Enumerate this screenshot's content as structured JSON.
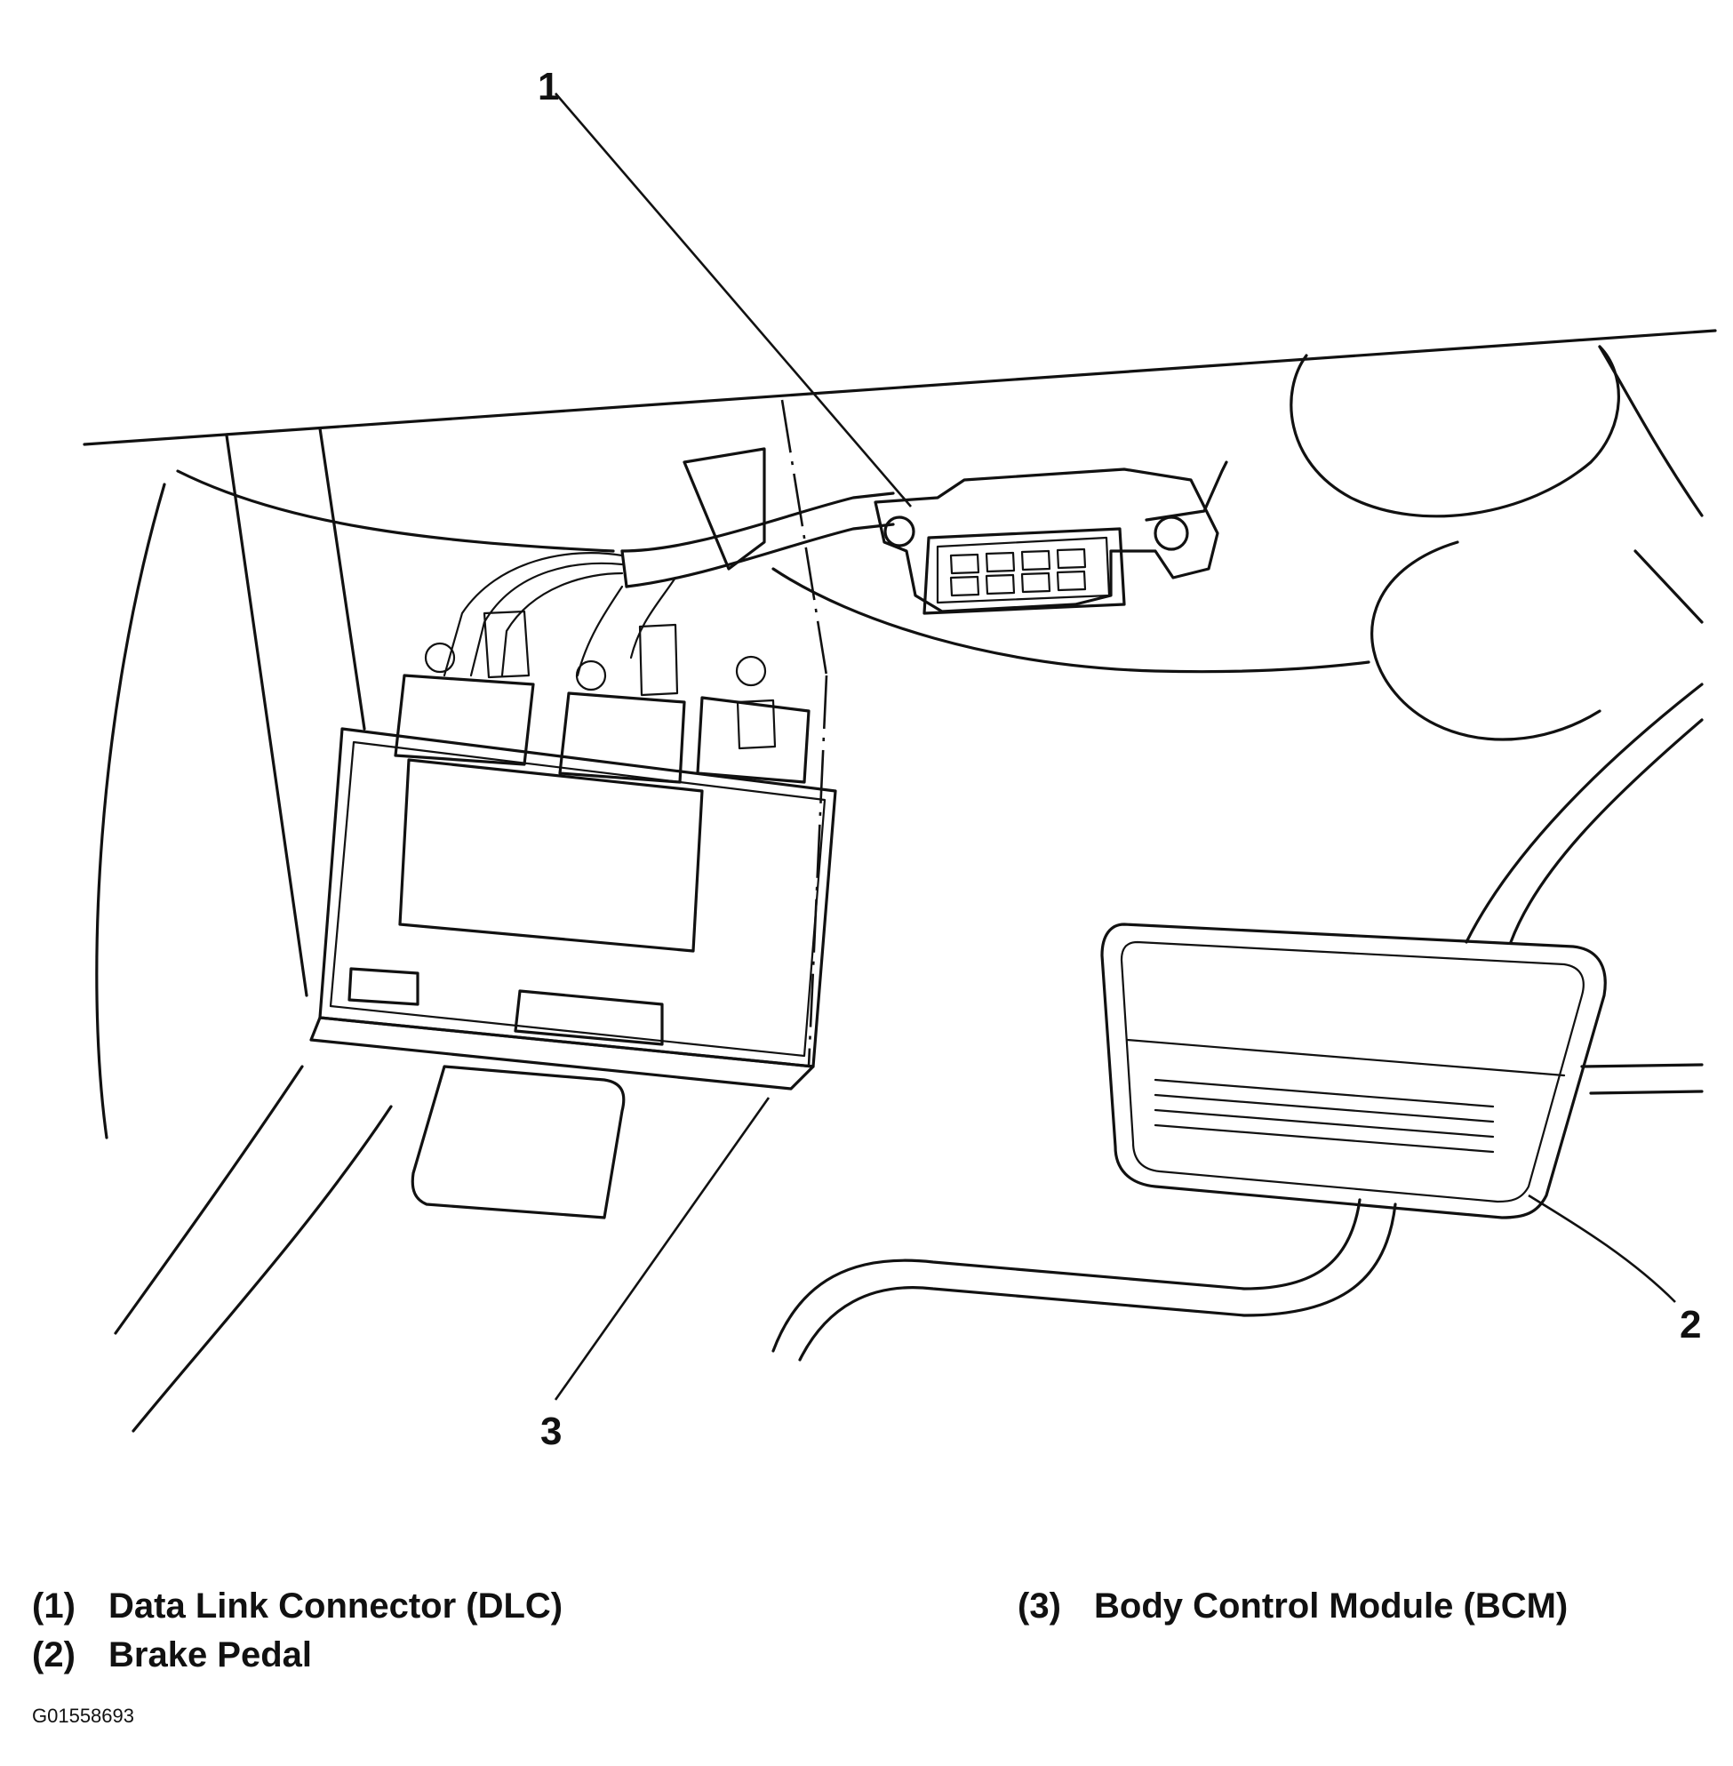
{
  "callouts": {
    "c1": "1",
    "c2": "2",
    "c3": "3"
  },
  "legend": [
    {
      "num": "(1)",
      "label": "Data Link Connector (DLC)"
    },
    {
      "num": "(2)",
      "label": "Brake Pedal"
    },
    {
      "num": "(3)",
      "label": "Body Control Module (BCM)"
    }
  ],
  "figure_id": "G01558693"
}
